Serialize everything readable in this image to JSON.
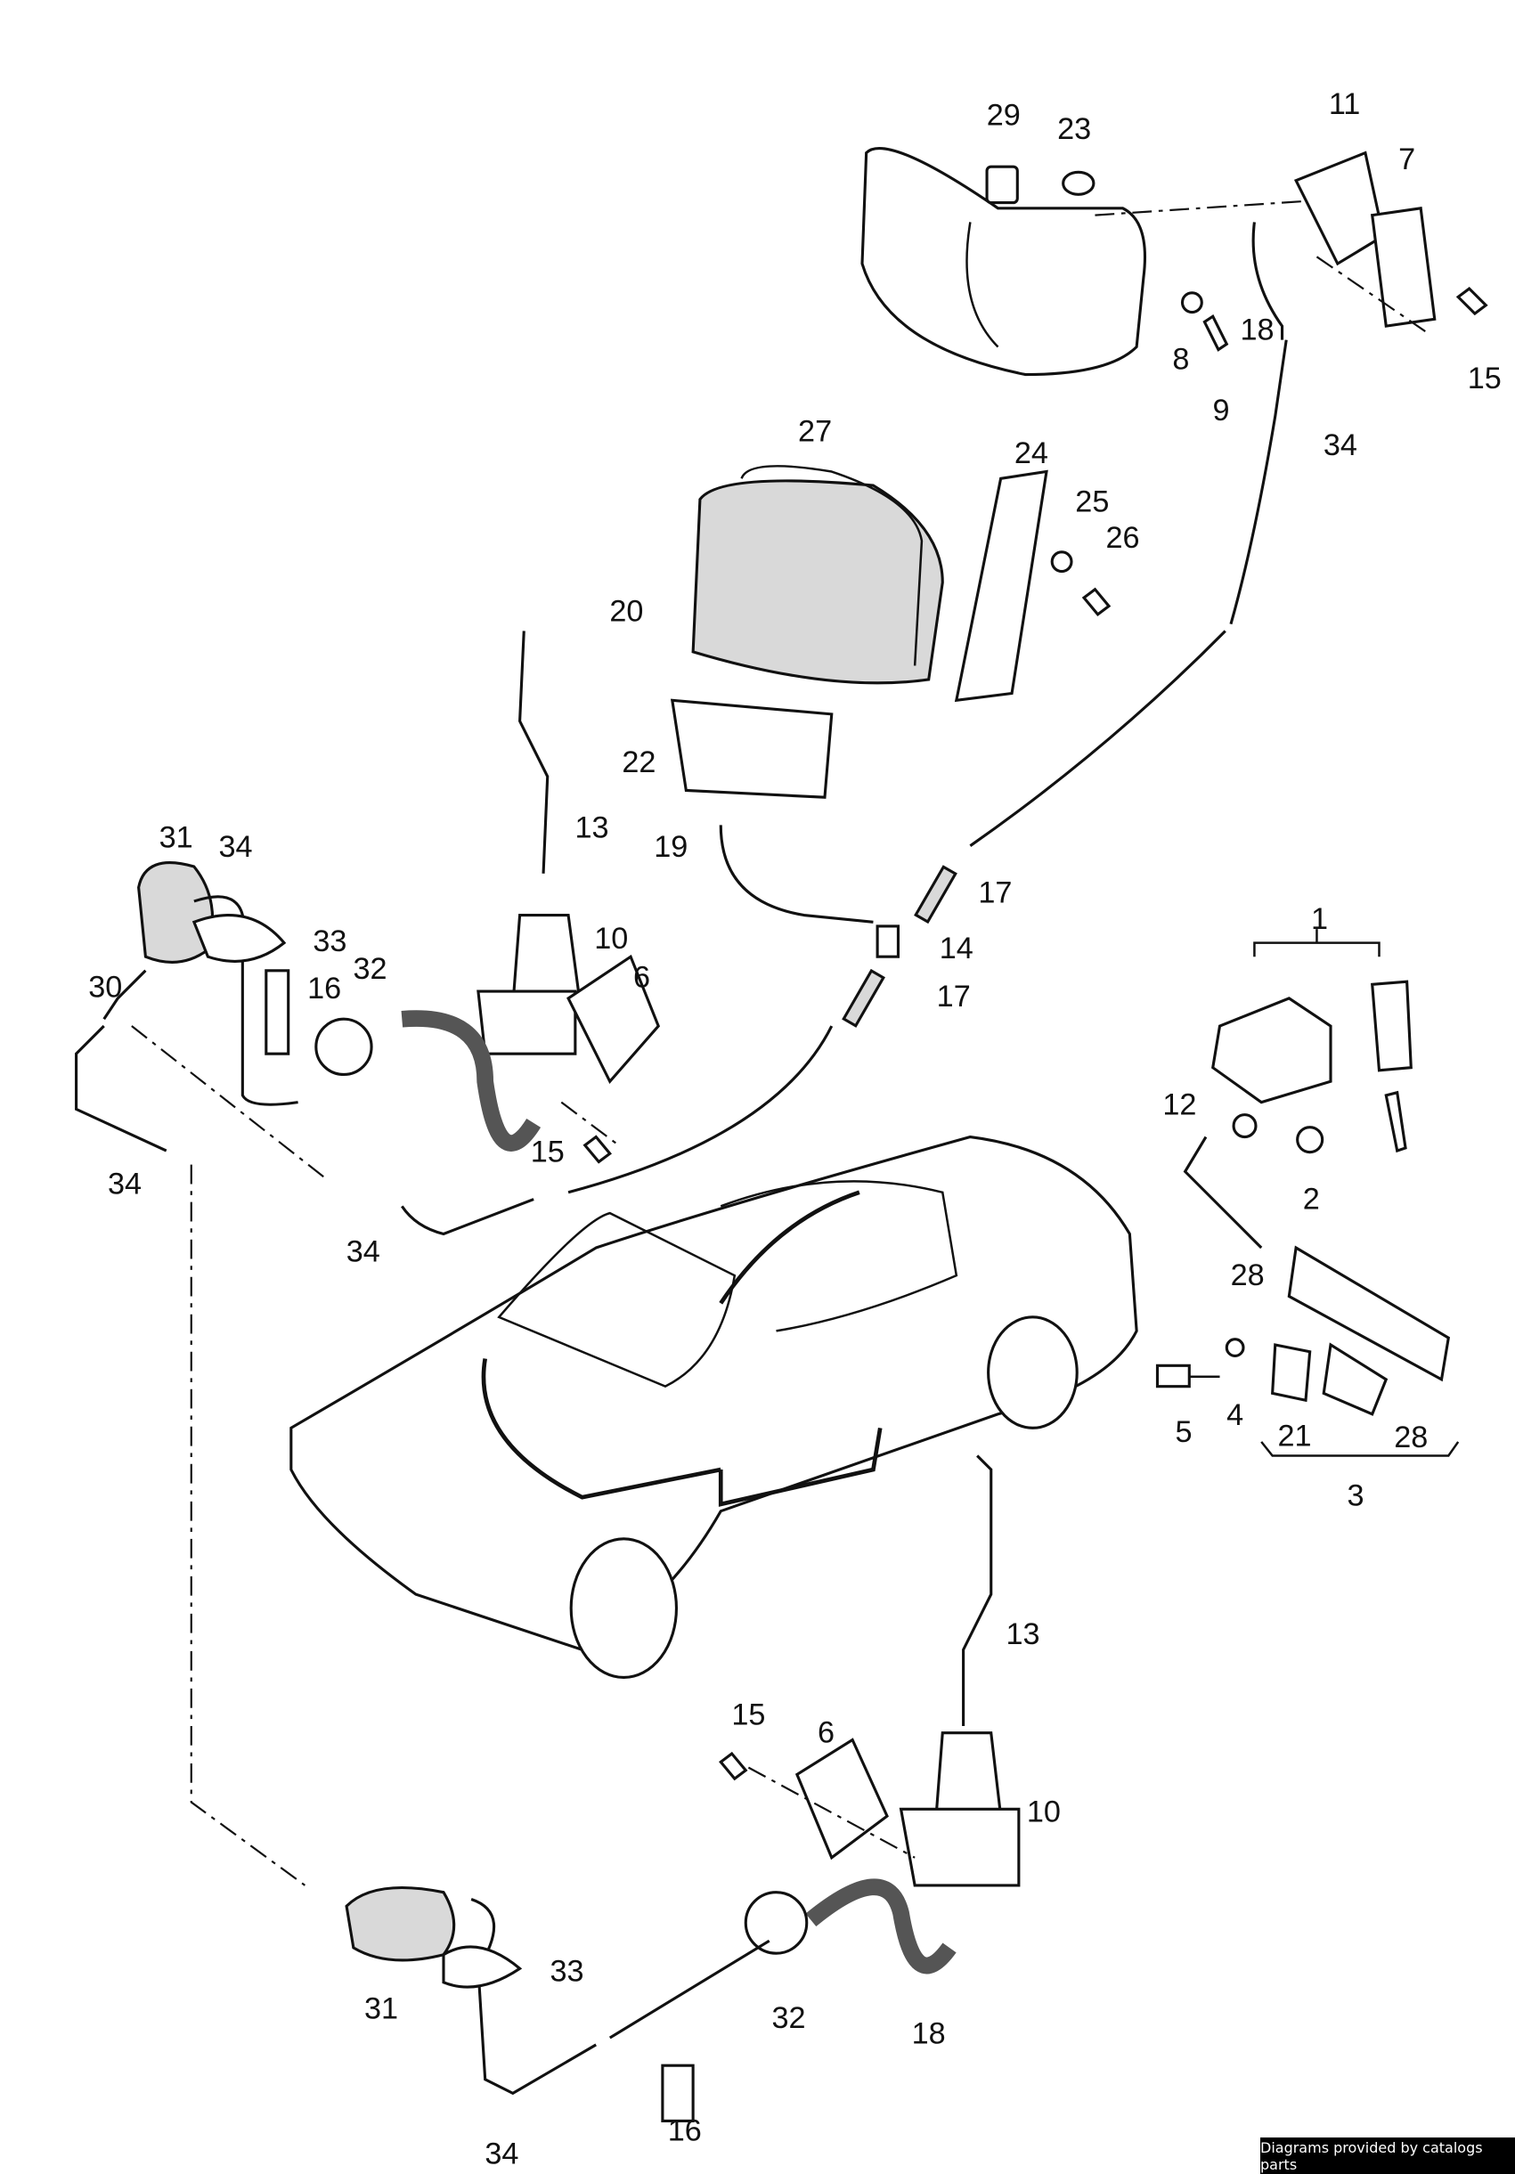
{
  "diagram": {
    "labels": {
      "p29": "29",
      "p23": "23",
      "p11": "11",
      "p7": "7",
      "p8": "8",
      "p18a": "18",
      "p9": "9",
      "p15a": "15",
      "p34a": "34",
      "p27": "27",
      "p24": "24",
      "p25": "25",
      "p26": "26",
      "p20": "20",
      "p22": "22",
      "p13a": "13",
      "p19": "19",
      "p17a": "17",
      "p14": "14",
      "p17b": "17",
      "p31a": "31",
      "p34b": "34",
      "p33a": "33",
      "p32a": "32",
      "p16a": "16",
      "p10a": "10",
      "p6a": "6",
      "p30": "30",
      "p15b": "15",
      "p34c": "34",
      "p34d": "34",
      "p1": "1",
      "p12": "12",
      "p2": "2",
      "p28a": "28",
      "p5": "5",
      "p4": "4",
      "p21": "21",
      "p28b": "28",
      "p3": "3",
      "p13b": "13",
      "p15c": "15",
      "p6b": "6",
      "p10b": "10",
      "p33b": "33",
      "p31b": "31",
      "p32b": "32",
      "p18b": "18",
      "p16b": "16",
      "p34e": "34"
    }
  },
  "watermark": "Diagrams provided by catalogs parts"
}
